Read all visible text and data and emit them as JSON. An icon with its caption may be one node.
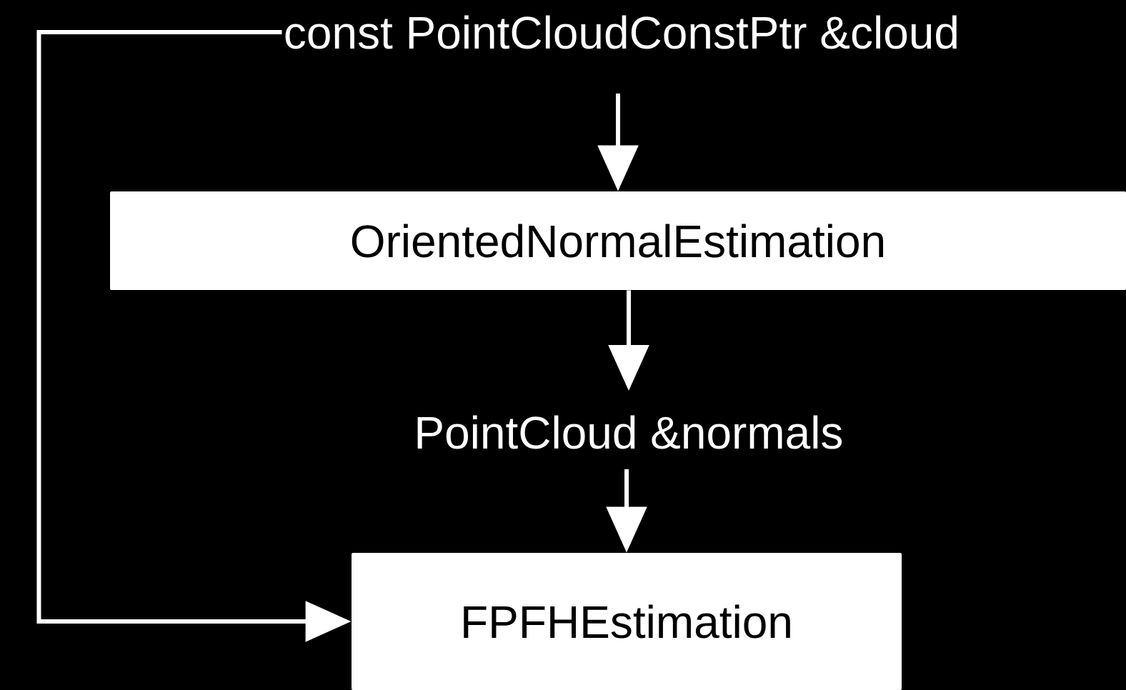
{
  "diagram": {
    "nodes": [
      {
        "text": [
          "const PointCloudConstPtr &cloud"
        ]
      },
      {
        "text": [
          "OrientedNormalEstimation"
        ]
      },
      {
        "text": [
          "PointCloud &normals"
        ]
      },
      {
        "text": [
          "FPFHEstimation"
        ]
      }
    ],
    "edges": [
      {
        "from": 0,
        "to": 1,
        "arrow": "to"
      },
      {
        "from": 1,
        "to": 2,
        "arrow": "to"
      },
      {
        "from": 2,
        "to": 3,
        "arrow": "to"
      },
      {
        "from": 0,
        "to": 3,
        "arrow": "to"
      }
    ]
  }
}
